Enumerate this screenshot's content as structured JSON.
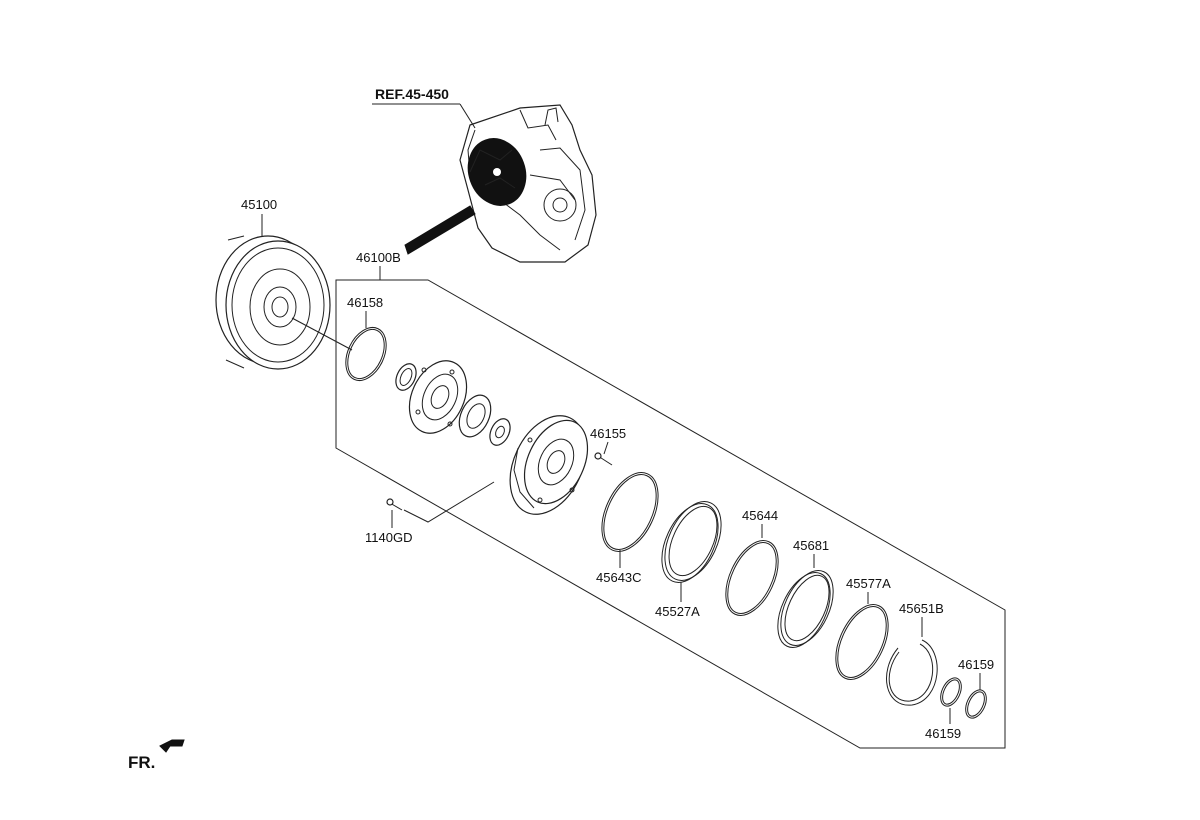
{
  "reference_label": "REF.45-450",
  "front_indicator": "FR.",
  "part_labels": {
    "p45100": "45100",
    "p46100B": "46100B",
    "p46158": "46158",
    "p46155": "46155",
    "p1140GD": "1140GD",
    "p45643C": "45643C",
    "p45527A": "45527A",
    "p45644": "45644",
    "p45681": "45681",
    "p45577A": "45577A",
    "p45651B": "45651B",
    "p46159a": "46159",
    "p46159b": "46159"
  }
}
